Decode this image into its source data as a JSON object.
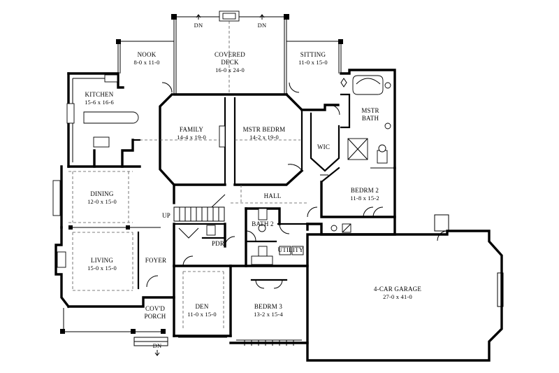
{
  "rooms": {
    "nook": {
      "name": "NOOK",
      "dims": "8-0 x 11-0"
    },
    "covered_deck": {
      "name": "COVERED",
      "name2": "DECK",
      "dims": "16-0 x 24-0"
    },
    "sitting": {
      "name": "SITTING",
      "dims": "11-0 x 15-0"
    },
    "kitchen": {
      "name": "KITCHEN",
      "dims": "15-6 x 16-6"
    },
    "family": {
      "name": "FAMILY",
      "dims": "14-4 x 19-0"
    },
    "mstr_bedrm": {
      "name": "MSTR BEDRM",
      "dims": "14-2 x 19-0"
    },
    "mstr_bath": {
      "name": "MSTR",
      "name2": "BATH"
    },
    "wic": {
      "name": "WIC"
    },
    "hall": {
      "name": "HALL"
    },
    "bedrm2": {
      "name": "BEDRM 2",
      "dims": "11-8 x 15-2"
    },
    "dining": {
      "name": "DINING",
      "dims": "12-0 x 15-0"
    },
    "bath2": {
      "name": "BATH 2"
    },
    "pdr": {
      "name": "PDR"
    },
    "utility": {
      "name": "UTILITY"
    },
    "living": {
      "name": "LIVING",
      "dims": "15-0 x 15-0"
    },
    "foyer": {
      "name": "FOYER"
    },
    "garage": {
      "name": "4-CAR GARAGE",
      "dims": "27-0 x 41-0"
    },
    "den": {
      "name": "DEN",
      "dims": "11-0 x 15-0"
    },
    "bedrm3": {
      "name": "BEDRM 3",
      "dims": "13-2 x 15-4"
    },
    "covd_porch": {
      "name": "COV'D",
      "name2": "PORCH"
    }
  },
  "stair_labels": {
    "up": "UP",
    "dn_deck_left": "DN",
    "dn_deck_right": "DN",
    "dn_porch": "DN"
  }
}
